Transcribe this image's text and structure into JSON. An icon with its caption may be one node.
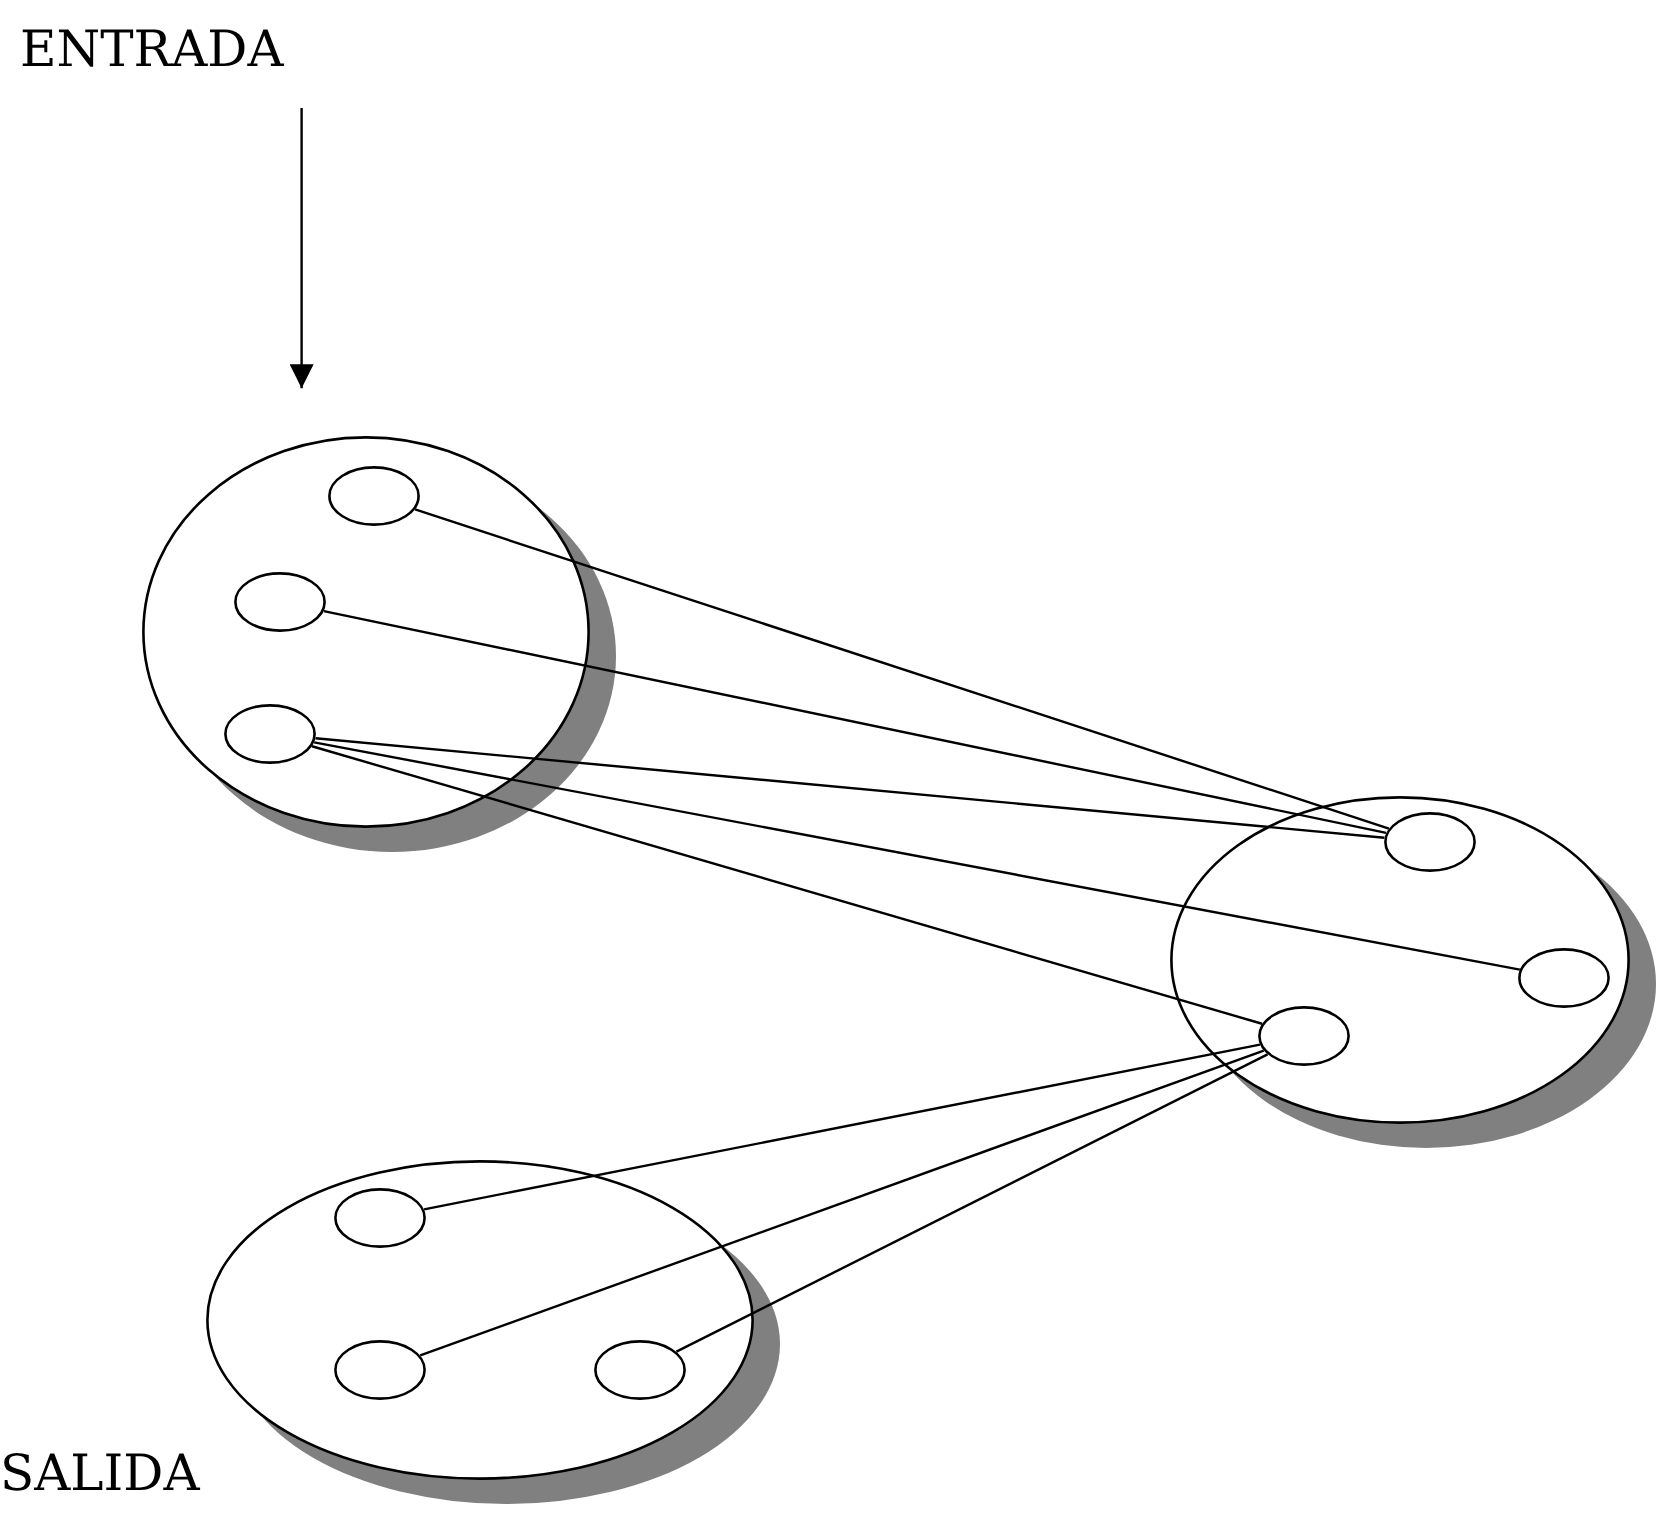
{
  "diagram": {
    "nodes": [
      {
        "text": [
          "ENTRADA"
        ]
      },
      {
        "text": [],
        "shape": "circle"
      },
      {
        "text": [],
        "shape": "circle",
        "in": 1
      },
      {
        "text": [],
        "shape": "circle",
        "in": 1
      },
      {
        "text": [],
        "shape": "circle",
        "in": 1
      },
      {
        "text": [],
        "shape": "circle"
      },
      {
        "text": [],
        "shape": "circle",
        "in": 5
      },
      {
        "text": [],
        "shape": "circle",
        "in": 5
      },
      {
        "text": [],
        "shape": "circle",
        "in": 5
      },
      {
        "text": [],
        "shape": "circle"
      },
      {
        "text": [],
        "shape": "circle",
        "in": 9
      },
      {
        "text": [],
        "shape": "circle",
        "in": 9
      },
      {
        "text": [],
        "shape": "circle",
        "in": 9
      }
    ],
    "edges": [
      {
        "from": 0,
        "to": 1,
        "arrow": "to"
      },
      {
        "from": 2,
        "to": 6,
        "arrow": "none"
      },
      {
        "from": 3,
        "to": 6,
        "arrow": "none"
      },
      {
        "from": 4,
        "to": 6,
        "arrow": "none"
      },
      {
        "from": 4,
        "to": 7,
        "arrow": "none"
      },
      {
        "from": 4,
        "to": 8,
        "arrow": "none"
      },
      {
        "from": 8,
        "to": 10,
        "arrow": "none"
      },
      {
        "from": 8,
        "to": 11,
        "arrow": "none"
      },
      {
        "from": 8,
        "to": 12,
        "arrow": "none"
      }
    ],
    "labels": [
      "SALIDA"
    ]
  }
}
